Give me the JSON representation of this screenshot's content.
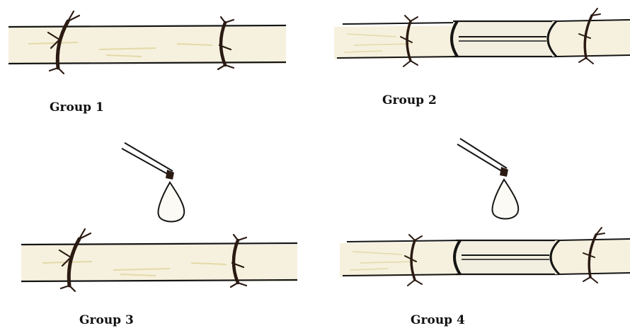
{
  "panels": [
    {
      "label": "Group 1",
      "type": "plain",
      "drop": false
    },
    {
      "label": "Group 2",
      "type": "tube",
      "drop": false
    },
    {
      "label": "Group 3",
      "type": "plain",
      "drop": true
    },
    {
      "label": "Group 4",
      "type": "tube",
      "drop": true
    }
  ],
  "colors": {
    "ink": "#151515",
    "vessel_fill": "#f6f1de",
    "tube_fill": "#f3efe0",
    "suture": "#2a1a12"
  }
}
